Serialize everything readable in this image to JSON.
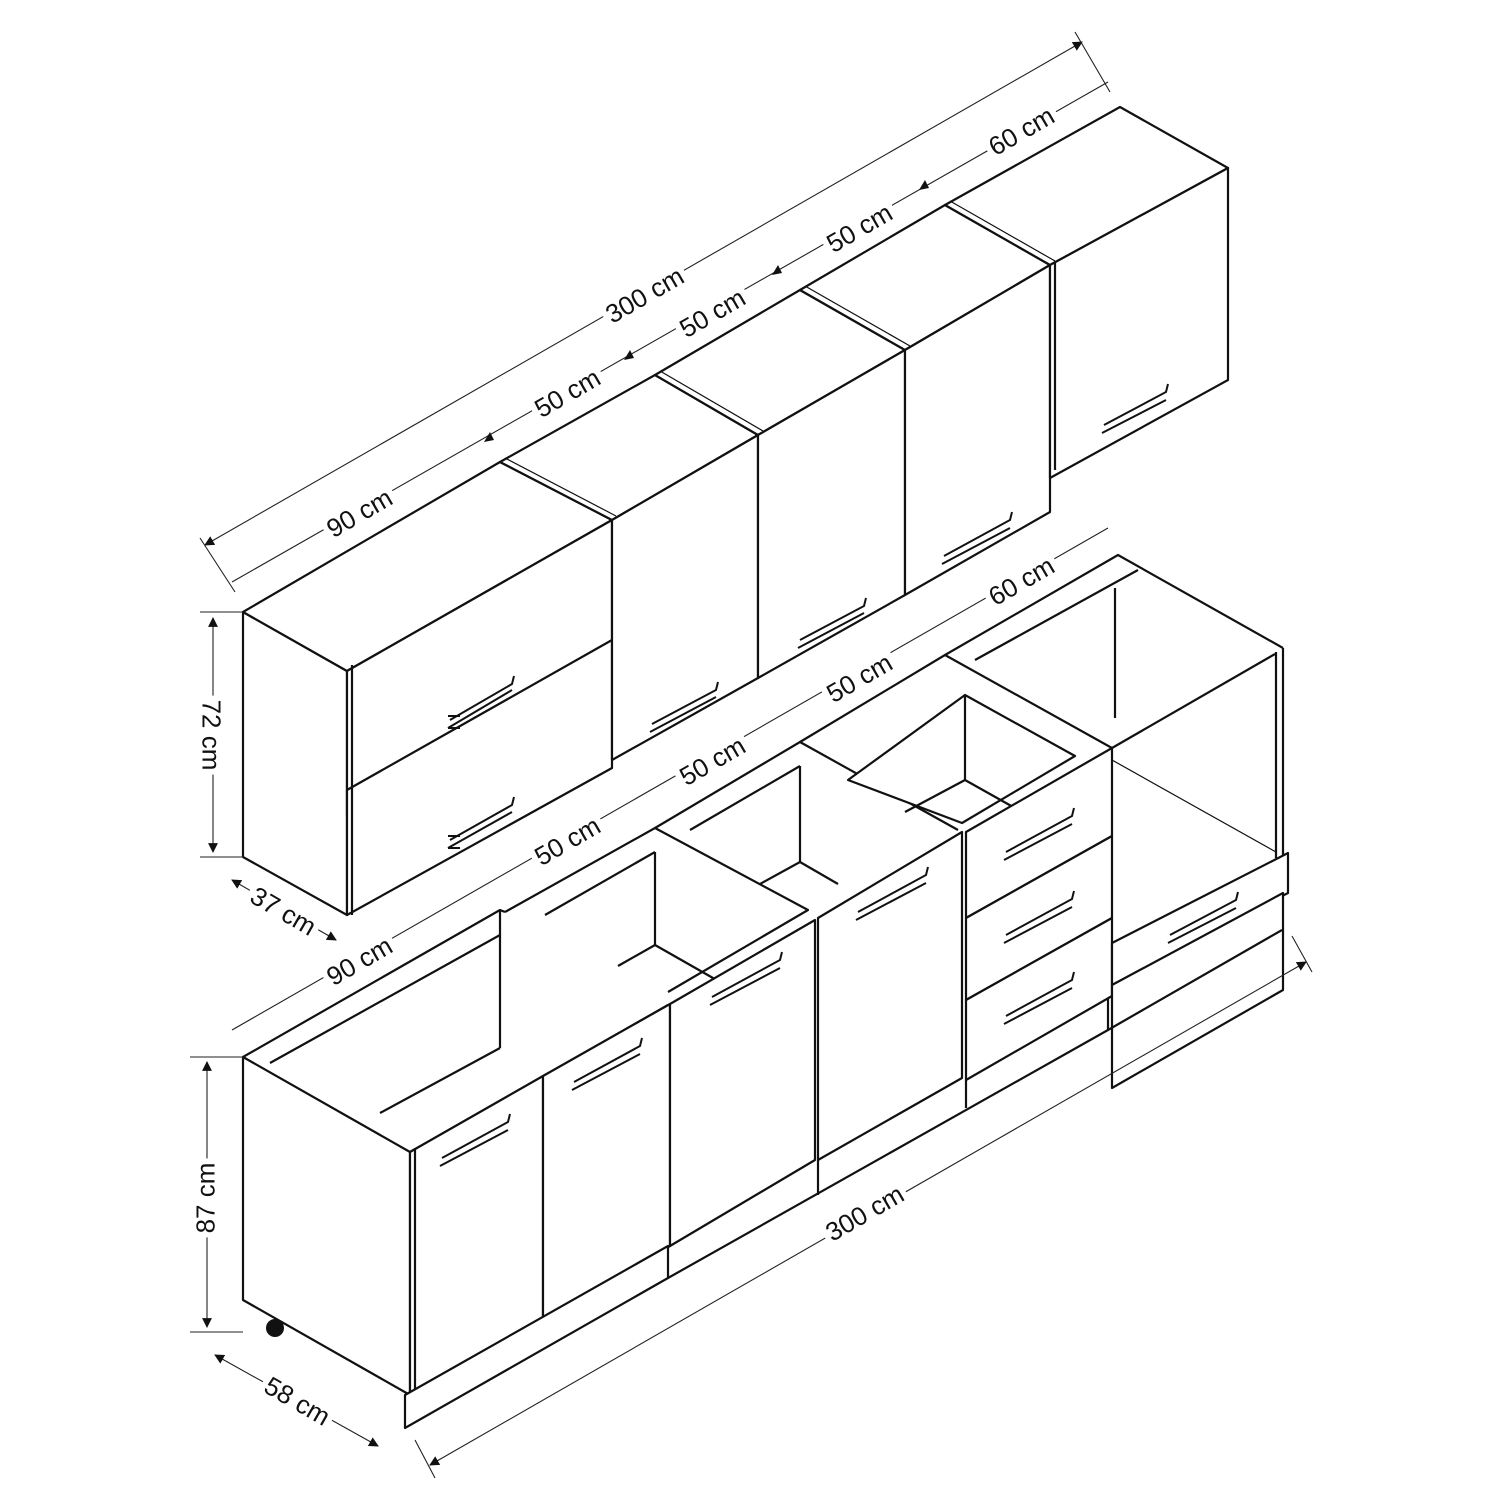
{
  "diagram": {
    "type": "kitchen-cabinet-dimension-drawing",
    "wall_units": {
      "total_width": "300 cm",
      "height": "72 cm",
      "depth": "37 cm",
      "modules": [
        {
          "width": "90 cm",
          "type": "double-flap (2 lift-up doors)"
        },
        {
          "width": "50 cm",
          "type": "single door"
        },
        {
          "width": "50 cm",
          "type": "single door"
        },
        {
          "width": "50 cm",
          "type": "single door"
        },
        {
          "width": "60 cm",
          "type": "single lift-up door (hood unit)"
        }
      ]
    },
    "base_units": {
      "total_width": "300 cm",
      "height": "87 cm",
      "depth": "58 cm",
      "modules": [
        {
          "width": "90 cm",
          "type": "sink unit, double door"
        },
        {
          "width": "50 cm",
          "type": "single door"
        },
        {
          "width": "50 cm",
          "type": "single door"
        },
        {
          "width": "50 cm",
          "type": "3 drawers"
        },
        {
          "width": "60 cm",
          "type": "oven housing with bottom drawer"
        }
      ]
    },
    "labels": {
      "top_total": "300 cm",
      "top_90": "90 cm",
      "top_50a": "50 cm",
      "top_50b": "50 cm",
      "top_50c": "50 cm",
      "top_60": "60 cm",
      "wall_height": "72 cm",
      "wall_depth": "37 cm",
      "base_90": "90 cm",
      "base_50a": "50 cm",
      "base_50b": "50 cm",
      "base_50c": "50 cm",
      "base_60": "60 cm",
      "base_height": "87 cm",
      "base_depth": "58 cm",
      "bottom_total": "300 cm"
    },
    "colors": {
      "line": "#111111",
      "background": "#ffffff"
    }
  }
}
